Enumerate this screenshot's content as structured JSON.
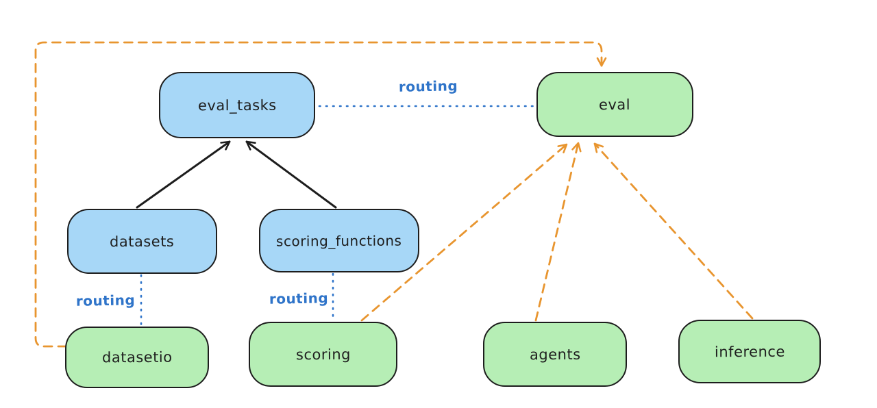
{
  "diagram": {
    "type": "architecture-graph",
    "nodes": [
      {
        "id": "eval_tasks",
        "label": "eval_tasks",
        "fill": "blue"
      },
      {
        "id": "eval",
        "label": "eval",
        "fill": "green"
      },
      {
        "id": "datasets",
        "label": "datasets",
        "fill": "blue"
      },
      {
        "id": "scoring_functions",
        "label": "scoring_functions",
        "fill": "blue"
      },
      {
        "id": "datasetio",
        "label": "datasetio",
        "fill": "green"
      },
      {
        "id": "scoring",
        "label": "scoring",
        "fill": "green"
      },
      {
        "id": "agents",
        "label": "agents",
        "fill": "green"
      },
      {
        "id": "inference",
        "label": "inference",
        "fill": "green"
      }
    ],
    "edges": [
      {
        "from": "datasets",
        "to": "eval_tasks",
        "style": "solid-black-arrow",
        "label": ""
      },
      {
        "from": "scoring_functions",
        "to": "eval_tasks",
        "style": "solid-black-arrow",
        "label": ""
      },
      {
        "from": "eval_tasks",
        "to": "eval",
        "style": "dotted-blue",
        "label": "routing"
      },
      {
        "from": "datasets",
        "to": "datasetio",
        "style": "dotted-blue",
        "label": "routing"
      },
      {
        "from": "scoring_functions",
        "to": "scoring",
        "style": "dotted-blue",
        "label": "routing"
      },
      {
        "from": "datasetio",
        "to": "eval",
        "style": "dashed-orange-arrow",
        "label": ""
      },
      {
        "from": "scoring",
        "to": "eval",
        "style": "dashed-orange-arrow",
        "label": ""
      },
      {
        "from": "agents",
        "to": "eval",
        "style": "dashed-orange-arrow",
        "label": ""
      },
      {
        "from": "inference",
        "to": "eval",
        "style": "dashed-orange-arrow",
        "label": ""
      }
    ],
    "colors": {
      "node_blue_fill": "#a7d7f7",
      "node_green_fill": "#b6eeb5",
      "node_stroke": "#1d1d1d",
      "arrow_black": "#1d1d1d",
      "arrow_orange": "#e8952f",
      "routing_blue": "#2f74c9",
      "background": "#ffffff"
    }
  }
}
